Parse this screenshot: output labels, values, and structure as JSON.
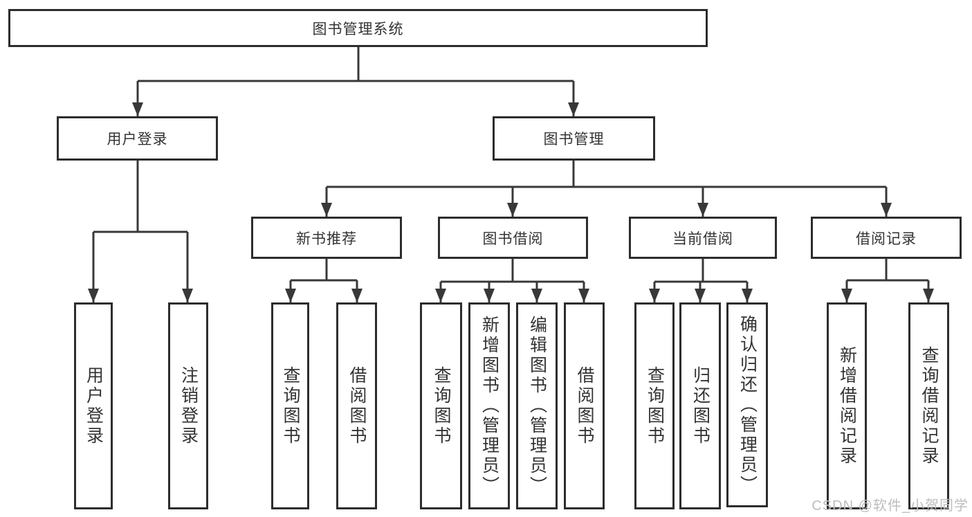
{
  "diagram": {
    "root": "图书管理系统",
    "user_login": "用户登录",
    "book_management": "图书管理",
    "new_book_recommend": "新书推荐",
    "book_borrowing": "图书借阅",
    "current_borrowing": "当前借阅",
    "borrowing_records": "借阅记录",
    "leaf": {
      "user_login": "用户登录",
      "logout": "注销登录",
      "recommend_query_book": "查询图书",
      "recommend_borrow_book": "借阅图书",
      "borrowing_query_book": "查询图书",
      "borrowing_add_book": "新增图书（管理员）",
      "borrowing_edit_book": "编辑图书（管理员）",
      "borrowing_borrow_book": "借阅图书",
      "current_query_book": "查询图书",
      "current_return_book": "归还图书",
      "current_confirm_return": "确认归还（管理员）",
      "records_add_record": "新增借阅记录",
      "records_query_record": "查询借阅记录"
    }
  },
  "watermark": "CSDN @软件_小贺同学",
  "colors": {
    "line": "#383838",
    "border": "#2d2d2d",
    "text": "#333333",
    "watermark": "#bdbdbd",
    "background": "#ffffff"
  }
}
